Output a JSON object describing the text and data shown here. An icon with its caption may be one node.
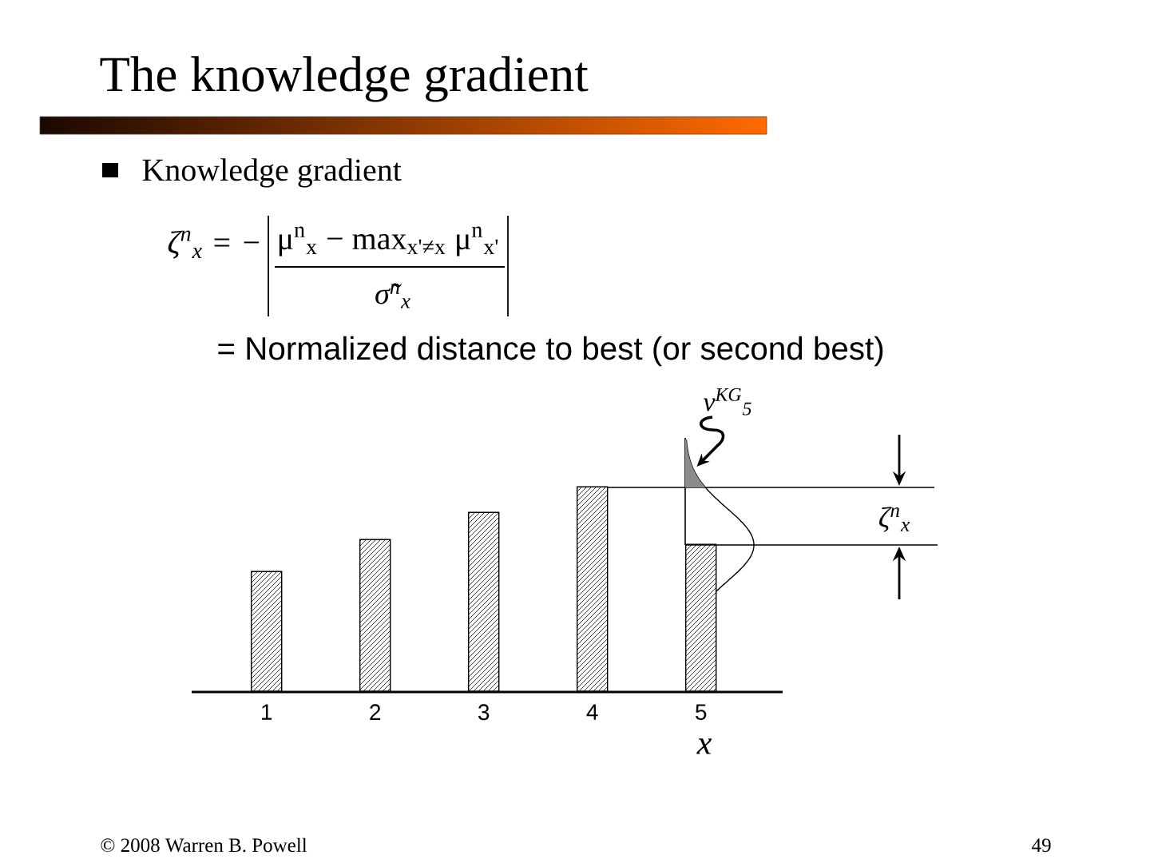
{
  "diagram": {
    "title": "The knowledge gradient",
    "nodes": [
      {
        "text": [
          "ν$^{KG}$$_{5}$"
        ]
      },
      {
        "text": [],
        "shape": "area"
      },
      {
        "text": [],
        "shape": "bar",
        "beside": [
          "1"
        ]
      },
      {
        "text": [],
        "shape": "bar",
        "beside": [
          "2"
        ]
      },
      {
        "text": [],
        "shape": "bar",
        "beside": [
          "3"
        ]
      },
      {
        "text": [],
        "shape": "bar",
        "beside": [
          "4"
        ]
      },
      {
        "text": [],
        "shape": "bar",
        "beside": [
          "5"
        ]
      }
    ],
    "edges": [
      {
        "from": 0,
        "to": 1,
        "arrow": "to"
      }
    ],
    "labels": [
      "Knowledge gradient",
      "ζ$^{n}$$_{x}$ = −",
      "μ$^{n}$$_{x}$ − max$_{x'≠x}$ μ$^{n}$$_{x'}$",
      "σ̃$^{n}$$_{x}$",
      "= Normalized distance to best (or second best)",
      "x",
      "ζ$^{n}$$_{x}$",
      "© 2008 Warren B. Powell",
      "49"
    ]
  }
}
